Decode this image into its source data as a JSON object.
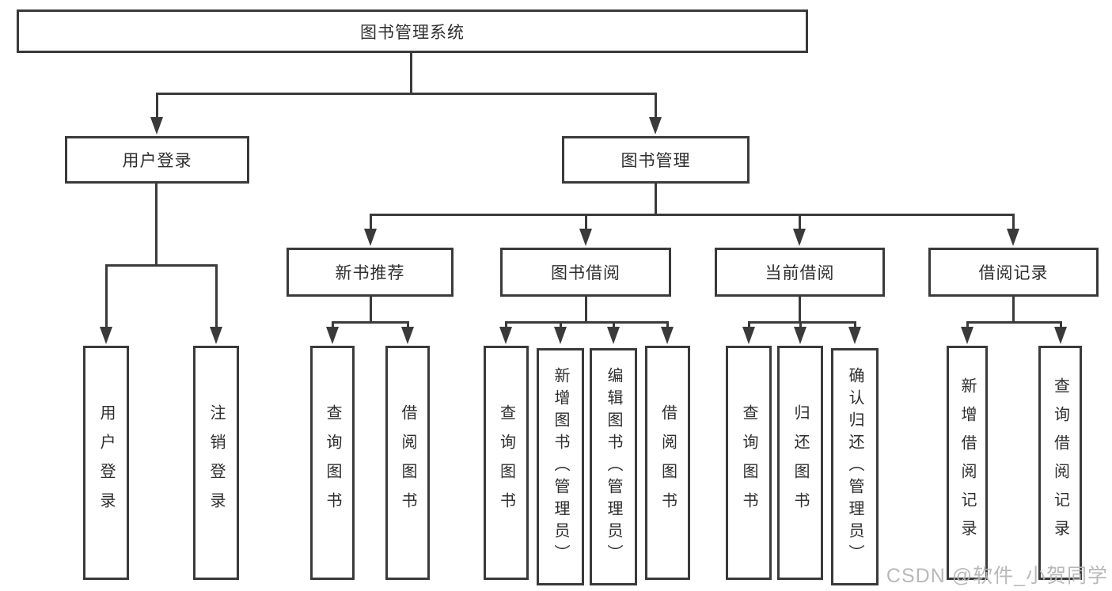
{
  "diagram": {
    "root": {
      "label": "图书管理系统",
      "children": [
        {
          "label": "用户登录",
          "children": [
            {
              "label": "用户登录"
            },
            {
              "label": "注销登录"
            }
          ]
        },
        {
          "label": "图书管理",
          "children": [
            {
              "label": "新书推荐",
              "children": [
                {
                  "label": "查询图书"
                },
                {
                  "label": "借阅图书"
                }
              ]
            },
            {
              "label": "图书借阅",
              "children": [
                {
                  "label": "查询图书"
                },
                {
                  "label": "新增图书（管理员）"
                },
                {
                  "label": "编辑图书（管理员）"
                },
                {
                  "label": "借阅图书"
                }
              ]
            },
            {
              "label": "当前借阅",
              "children": [
                {
                  "label": "查询图书"
                },
                {
                  "label": "归还图书"
                },
                {
                  "label": "确认归还（管理员）"
                }
              ]
            },
            {
              "label": "借阅记录",
              "children": [
                {
                  "label": "新增借阅记录"
                },
                {
                  "label": "查询借阅记录"
                }
              ]
            }
          ]
        }
      ]
    },
    "watermark": "CSDN @软件_小贺同学",
    "colors": {
      "line": "#3a3a3a",
      "text": "#2e2e2e",
      "watermark": "#b4b4b4",
      "background": "#ffffff"
    }
  }
}
